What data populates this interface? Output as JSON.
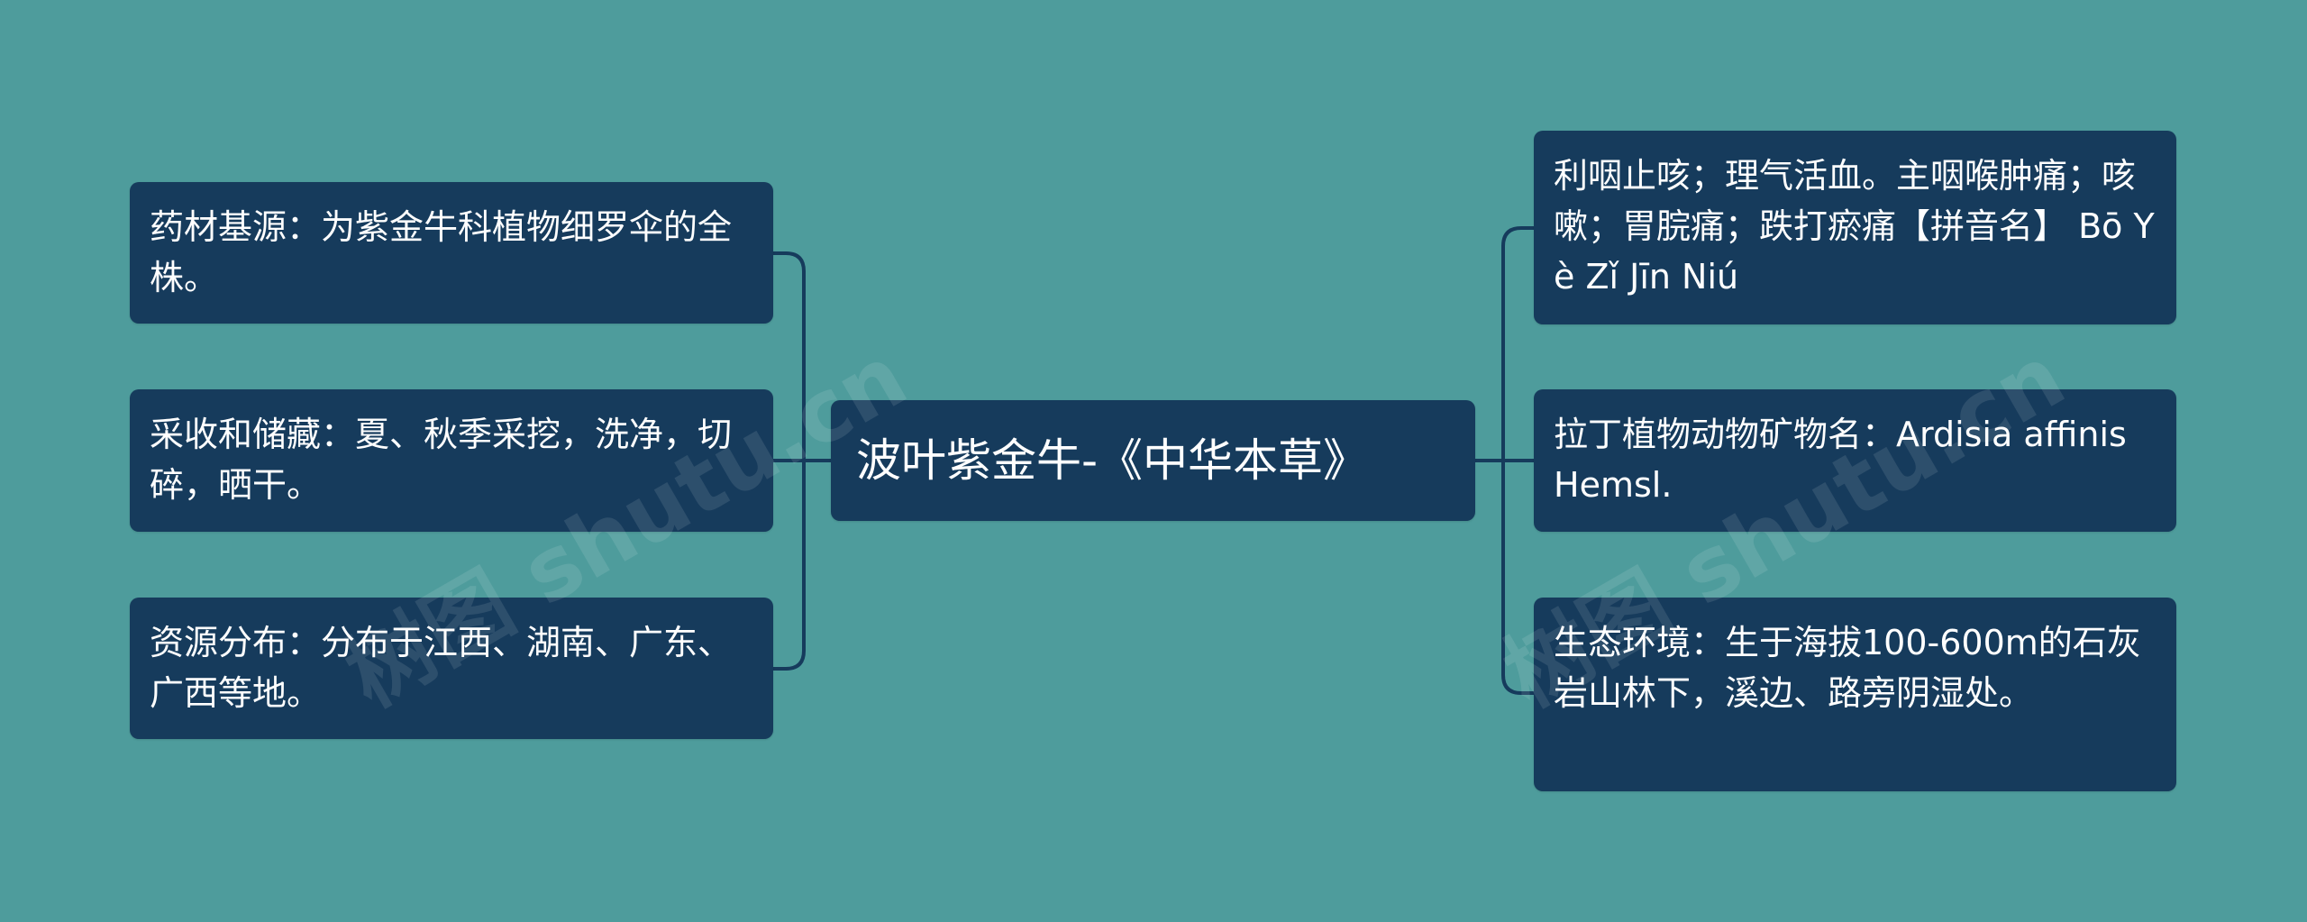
{
  "watermark": "树图 shutu.cn",
  "mindmap": {
    "root": "波叶紫金牛-《中华本草》",
    "left": [
      "药材基源：为紫金牛科植物细罗伞的全株。",
      "采收和储藏：夏、秋季采挖，洗净，切碎，晒干。",
      "资源分布：分布于江西、湖南、广东、广西等地。"
    ],
    "right": [
      "利咽止咳；理气活血。主咽喉肿痛；咳嗽；胃脘痛；跌打瘀痛【拼音名】 Bō Yè Zǐ Jīn Niú",
      "拉丁植物动物矿物名：Ardisia affinis Hemsl.",
      "生态环境：生于海拔100-600m的石灰岩山林下，溪边、路旁阴湿处。"
    ]
  },
  "colors": {
    "background": "#4e9c9c",
    "node_fill": "#163b5c",
    "node_text": "#ffffff",
    "connector": "#163b5c"
  }
}
